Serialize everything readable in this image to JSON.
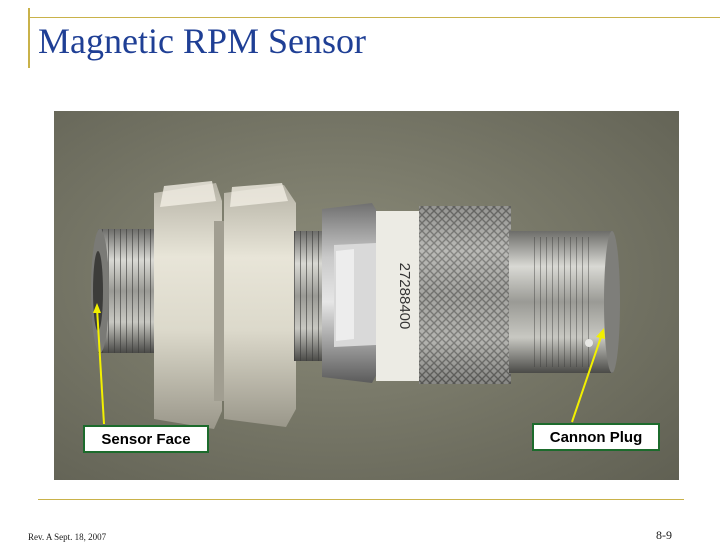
{
  "slide": {
    "title": "Magnetic RPM Sensor",
    "footer_left": "Rev. A Sept. 18, 2007",
    "footer_right": "8-9"
  },
  "photo": {
    "part_number_text": "27288400",
    "labels": {
      "sensor_face": "Sensor Face",
      "cannon_plug": "Cannon Plug"
    }
  },
  "colors": {
    "title": "#1f3f95",
    "rule": "#c9b24a",
    "callout_border": "#1c6b2c",
    "arrow": "#f2f000"
  }
}
